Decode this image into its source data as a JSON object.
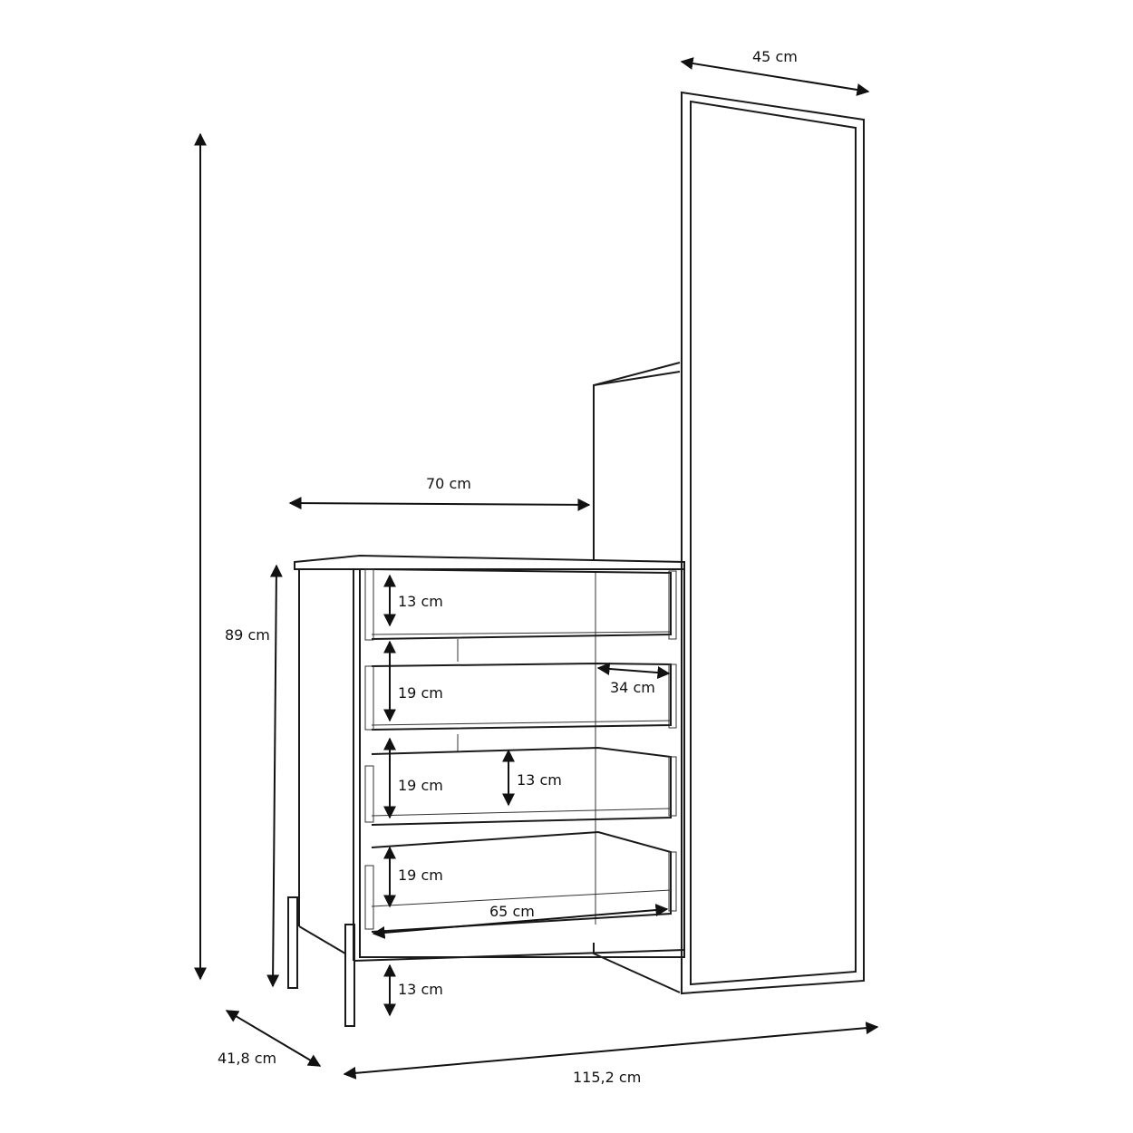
{
  "title": "Shoe cabinet with mirror – dimensions",
  "dimensions": {
    "mirror_width": "45 cm",
    "cabinet_width": "70 cm",
    "cabinet_height": "89 cm",
    "drawer_1_height": "13 cm",
    "drawer_2_height": "19 cm",
    "drawer_2_depth": "34 cm",
    "drawer_3_height": "19 cm",
    "drawer_3_inner_height": "13 cm",
    "drawer_4_height": "19 cm",
    "drawer_inner_width": "65 cm",
    "leg_height": "13 cm",
    "depth": "41,8 cm",
    "total_width": "115,2 cm"
  },
  "colors": {
    "line": "#1a1a1a",
    "background": "#ffffff"
  }
}
